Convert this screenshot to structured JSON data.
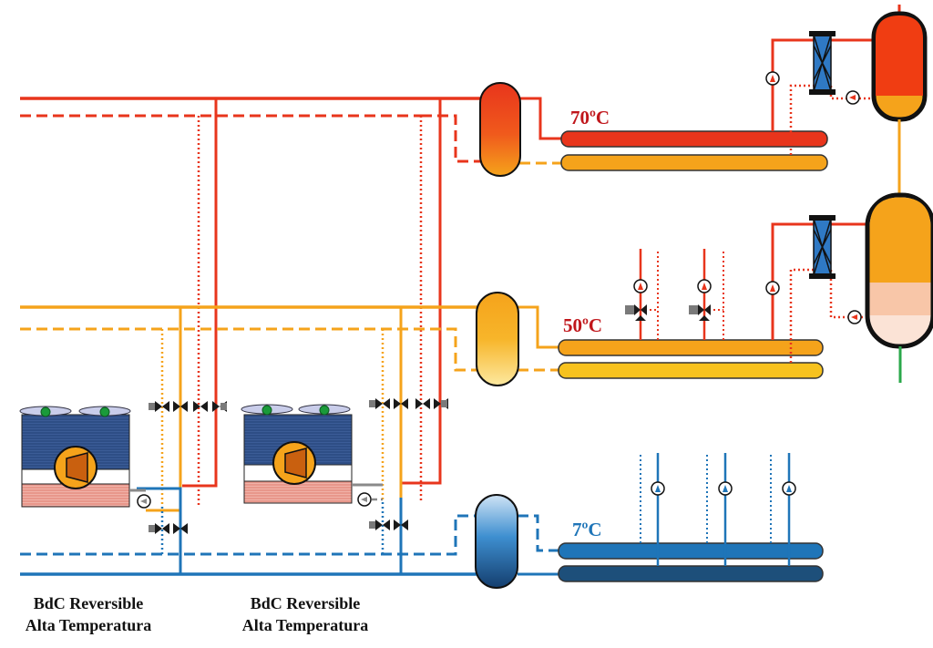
{
  "temperatures": {
    "high": "70ºC",
    "mid": "50ºC",
    "low": "7ºC"
  },
  "heat_pumps": [
    {
      "line1": "BdC Reversible",
      "line2": "Alta Temperatura"
    },
    {
      "line1": "BdC Reversible",
      "line2": "Alta Temperatura"
    }
  ],
  "colors": {
    "hot": "#e8351c",
    "warm": "#f5a31b",
    "warm_return": "#f7c21e",
    "cold": "#1f75b8",
    "cold_return": "#1d4f7a",
    "dark_red_text": "#c0161b",
    "cold_text": "#1f75b8",
    "green": "#2aa84a",
    "grey": "#8a8a8a"
  },
  "icons": [
    "circulation-pump-icon",
    "check-valve-icon",
    "three-way-valve-icon",
    "plate-heat-exchanger-icon",
    "compressor-icon",
    "fan-icon"
  ]
}
